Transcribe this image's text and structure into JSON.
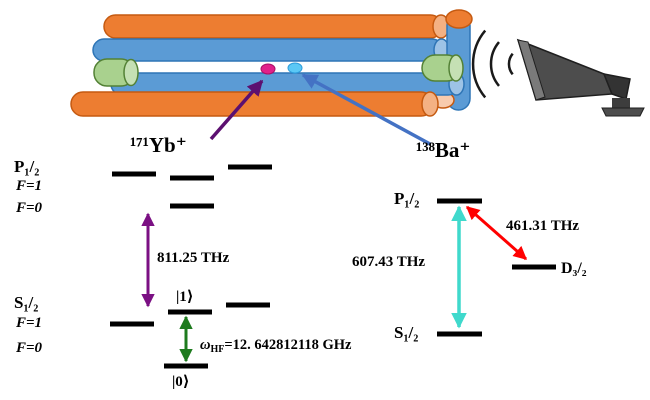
{
  "colors": {
    "yb_purple": "#5C1070",
    "transition_purple": "#7B1083",
    "ba_blue": "#4472C4",
    "hyperfine_green": "#1E7B1E",
    "sp_cyan": "#3FD9CC",
    "pd_red": "#FF0000",
    "rod_orange": "#ED7D31",
    "rod_blue": "#5B9BD5",
    "endcap_green": "#A9D18E",
    "ion_yb_pink": "#E0218A",
    "ion_ba_blue": "#5BC8F5",
    "level_black": "#000000"
  },
  "trap": {
    "yb_ion_label": "¹⁷¹Yb⁺",
    "ba_ion_label": "¹³⁸Ba⁺"
  },
  "yb_levels": {
    "p_term": "P₁/₂",
    "p_f1": "F=1",
    "p_f0": "F=0",
    "s_term": "S₁/₂",
    "s_f1": "F=1",
    "s_f0": "F=0",
    "optical_transition": "811.25 THz",
    "qubit_one": "|1⟩",
    "qubit_zero": "|0⟩",
    "hf_omega": "ω",
    "hf_sub": "HF",
    "hf_value": "=12. 642812118 GHz"
  },
  "ba_levels": {
    "p_term": "P₁/₂",
    "s_term": "S₁/₂",
    "d_term": "D₃/₂",
    "sp_transition": "607.43 THz",
    "pd_transition": "461.31 THz"
  }
}
